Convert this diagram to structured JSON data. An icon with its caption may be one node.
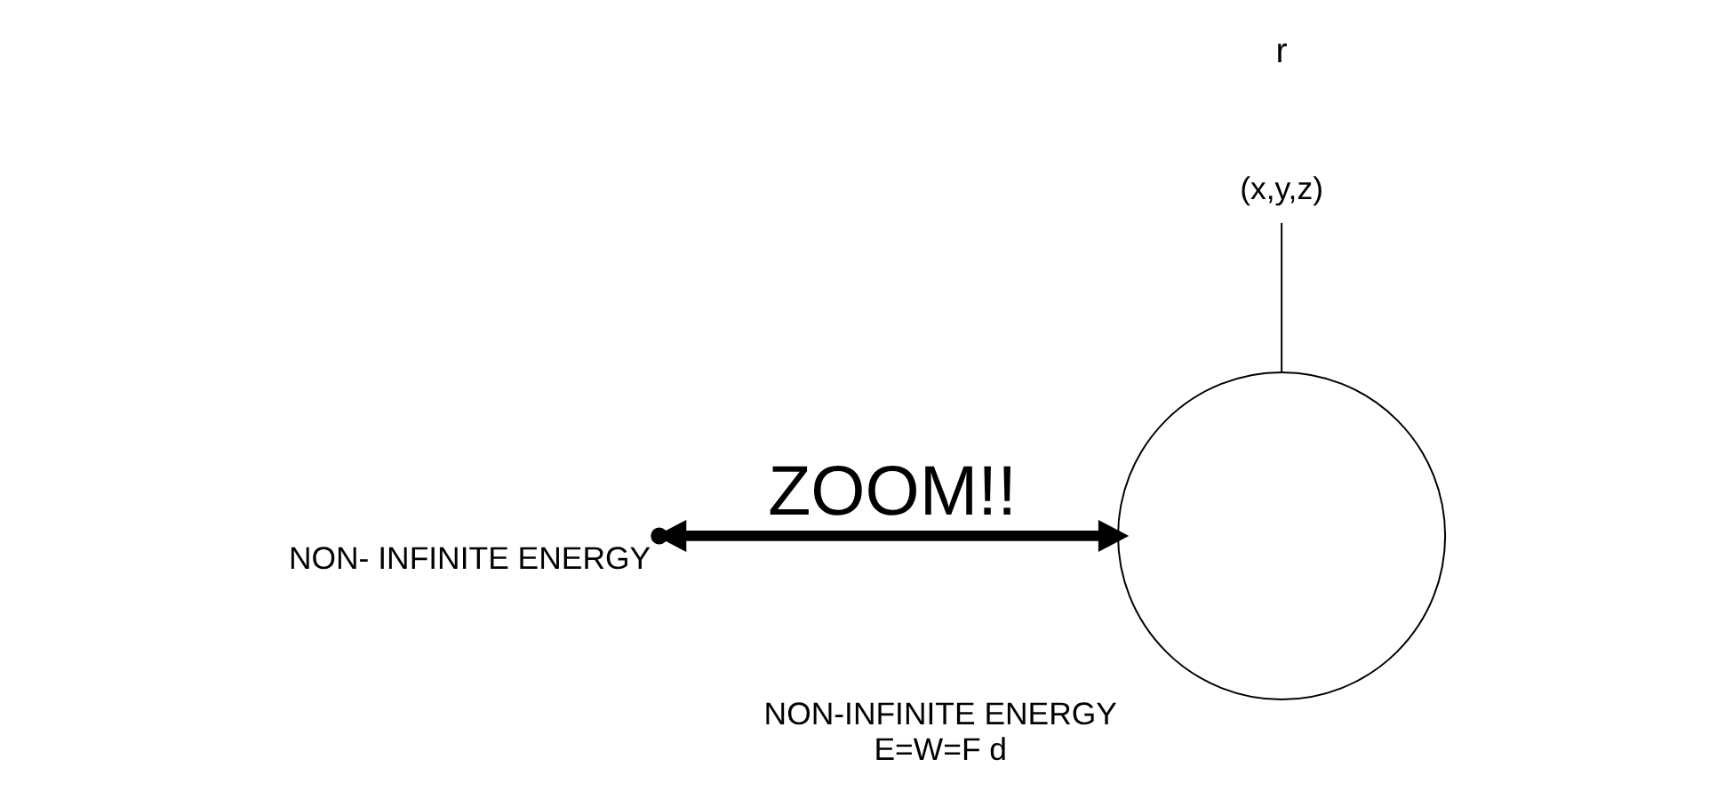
{
  "diagram": {
    "nodes": [
      {
        "text": [],
        "shape": "point",
        "beside": [
          "NON- INFINITE ENERGY"
        ]
      },
      {
        "text": [],
        "shape": "circle",
        "beside": [
          "NON-INFINITE ENERGY",
          "E=W=F d"
        ]
      },
      {
        "text": [
          "(x,y,z)"
        ]
      }
    ],
    "edges": [
      {
        "from": 0,
        "to": 1,
        "arrow": "both",
        "label": "ZOOM!!",
        "style": "thick"
      },
      {
        "from": 2,
        "to": 1,
        "arrow": "none"
      }
    ],
    "labels": [
      "r"
    ]
  }
}
